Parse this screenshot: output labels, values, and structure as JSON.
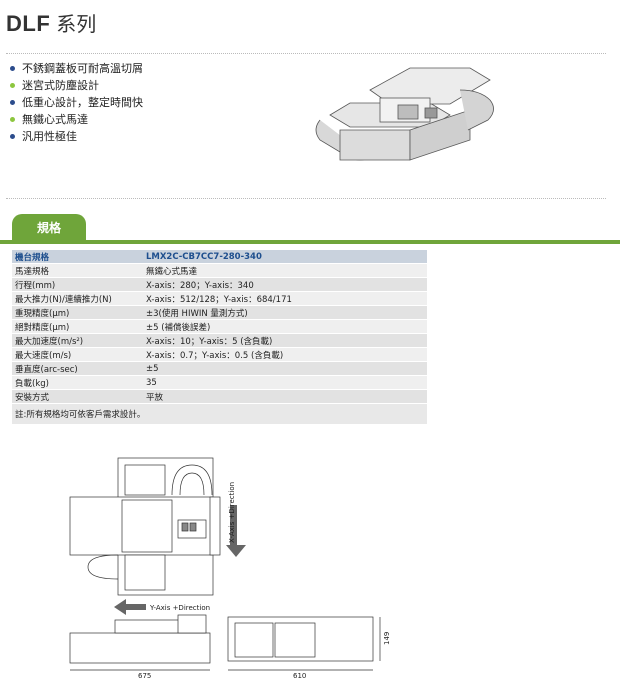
{
  "header": {
    "model": "DLF",
    "series": "系列"
  },
  "features": [
    {
      "text": "不銹鋼蓋板可耐高溫切屑",
      "bullet_color": "#2c4c8c"
    },
    {
      "text": "迷宮式防塵設計",
      "bullet_color": "#8dc63f"
    },
    {
      "text": "低重心設計，整定時間快",
      "bullet_color": "#2c4c8c"
    },
    {
      "text": "無鐵心式馬達",
      "bullet_color": "#8dc63f"
    },
    {
      "text": "汎用性極佳",
      "bullet_color": "#2c4c8c"
    }
  ],
  "spec_tab": {
    "label": "規格",
    "color": "#6fa53a"
  },
  "spec_table": {
    "rows": [
      {
        "k": "機台規格",
        "v": "LMX2C-CB7CC7-280-340"
      },
      {
        "k": "馬達規格",
        "v": "無鐵心式馬達"
      },
      {
        "k": "行程(mm)",
        "v": "X-axis：280；Y-axis：340"
      },
      {
        "k": "最大推力(N)/連續推力(N)",
        "v": "X-axis：512/128；Y-axis：684/171"
      },
      {
        "k": "重現精度(μm)",
        "v": "±3(使用 HIWIN 量測方式)"
      },
      {
        "k": "絕對精度(μm)",
        "v": "±5 (補償後誤差)"
      },
      {
        "k": "最大加速度(m/s²)",
        "v": "X-axis：10；Y-axis：5 (含負載)"
      },
      {
        "k": "最大速度(m/s)",
        "v": "X-axis：0.7；Y-axis：0.5 (含負載)"
      },
      {
        "k": "垂直度(arc-sec)",
        "v": "±5"
      },
      {
        "k": "負載(kg)",
        "v": "35"
      },
      {
        "k": "安裝方式",
        "v": "平放"
      }
    ],
    "note": "註:所有規格均可依客戶需求設計。"
  },
  "drawing": {
    "x_direction": "X-Axis +Direction",
    "y_direction": "Y-Axis +Direction",
    "dim_675": "675",
    "dim_610": "610",
    "dim_149": "149"
  }
}
